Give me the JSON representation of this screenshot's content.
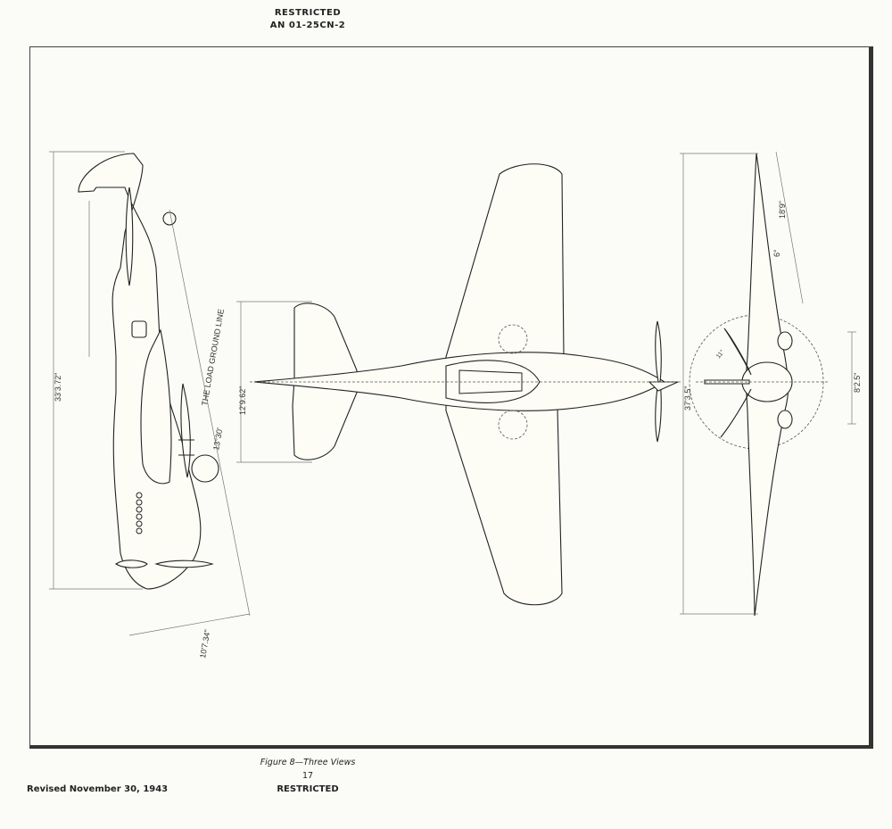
{
  "header": {
    "classification": "RESTRICTED",
    "document_number": "AN 01-25CN-2"
  },
  "figure": {
    "caption": "Figure 8—Three Views",
    "side_view": {
      "length": "33'3.72\"",
      "prop_radius": "10'7.34\"",
      "ground_line": "THE LOAD GROUND LINE",
      "angle": "13°30'"
    },
    "top_view": {
      "stabilizer_span": "12'9.62\""
    },
    "front_view": {
      "wing_span": "37'3.5\"",
      "half_span": "18'9\"",
      "dihedral": "6°",
      "tread": "8'2.5\"",
      "prop_clearance": "11\""
    }
  },
  "footer": {
    "page_number": "17",
    "classification": "RESTRICTED",
    "revision": "Revised November 30, 1943"
  }
}
